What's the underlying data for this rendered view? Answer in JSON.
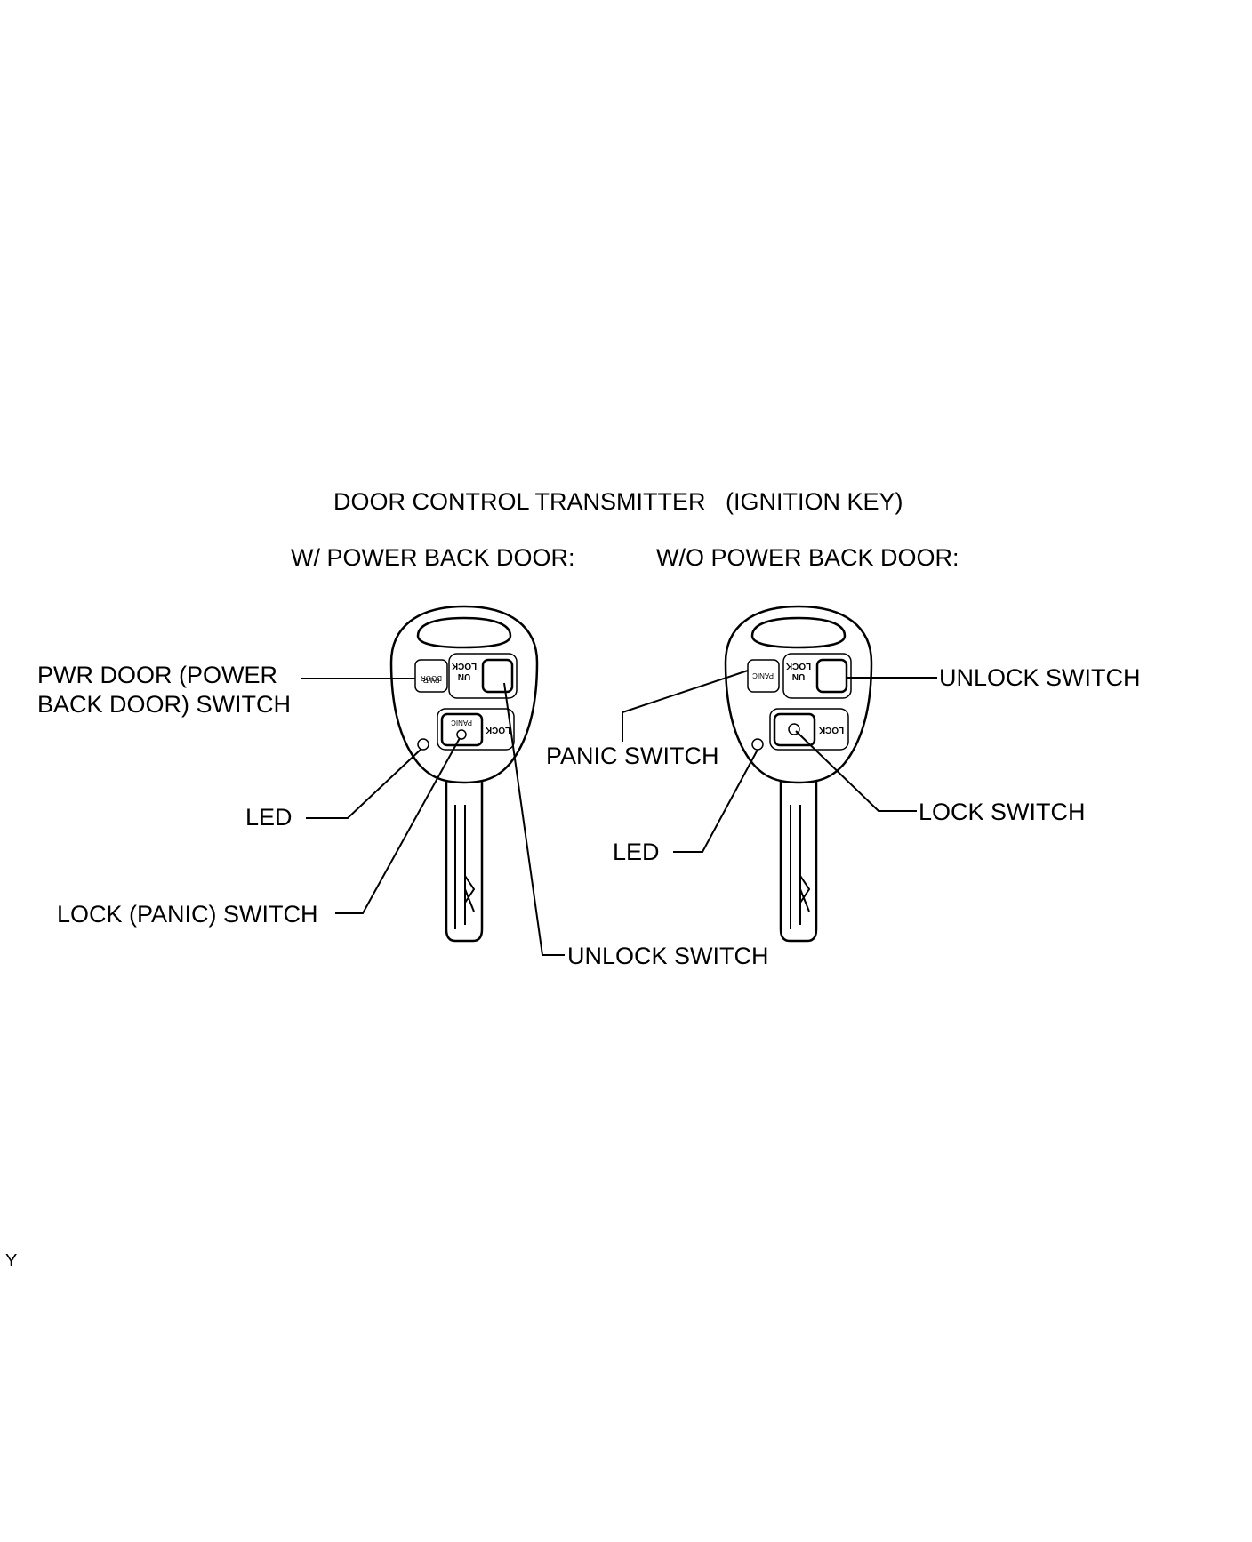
{
  "title": "DOOR CONTROL TRANSMITTER   (IGNITION KEY)",
  "left": {
    "heading": "W/ POWER BACK DOOR:",
    "labels": {
      "pwr_door_line1": "PWR DOOR (POWER",
      "pwr_door_line2": "BACK DOOR) SWITCH",
      "led": "LED",
      "lock_panic": "LOCK (PANIC) SWITCH",
      "unlock": "UNLOCK SWITCH"
    },
    "button_text": {
      "pwr": "PWR",
      "door": "DOOR",
      "un": "UN",
      "lock_top": "LOCK",
      "lock": "LOCK",
      "panic": "PANIC"
    }
  },
  "right": {
    "heading": "W/O POWER BACK DOOR:",
    "labels": {
      "unlock": "UNLOCK SWITCH",
      "panic": "PANIC SWITCH",
      "lock": "LOCK SWITCH",
      "led": "LED"
    },
    "button_text": {
      "panic": "PANIC",
      "un": "UN",
      "lock_top": "LOCK",
      "lock": "LOCK"
    }
  },
  "corner_mark": "Y"
}
